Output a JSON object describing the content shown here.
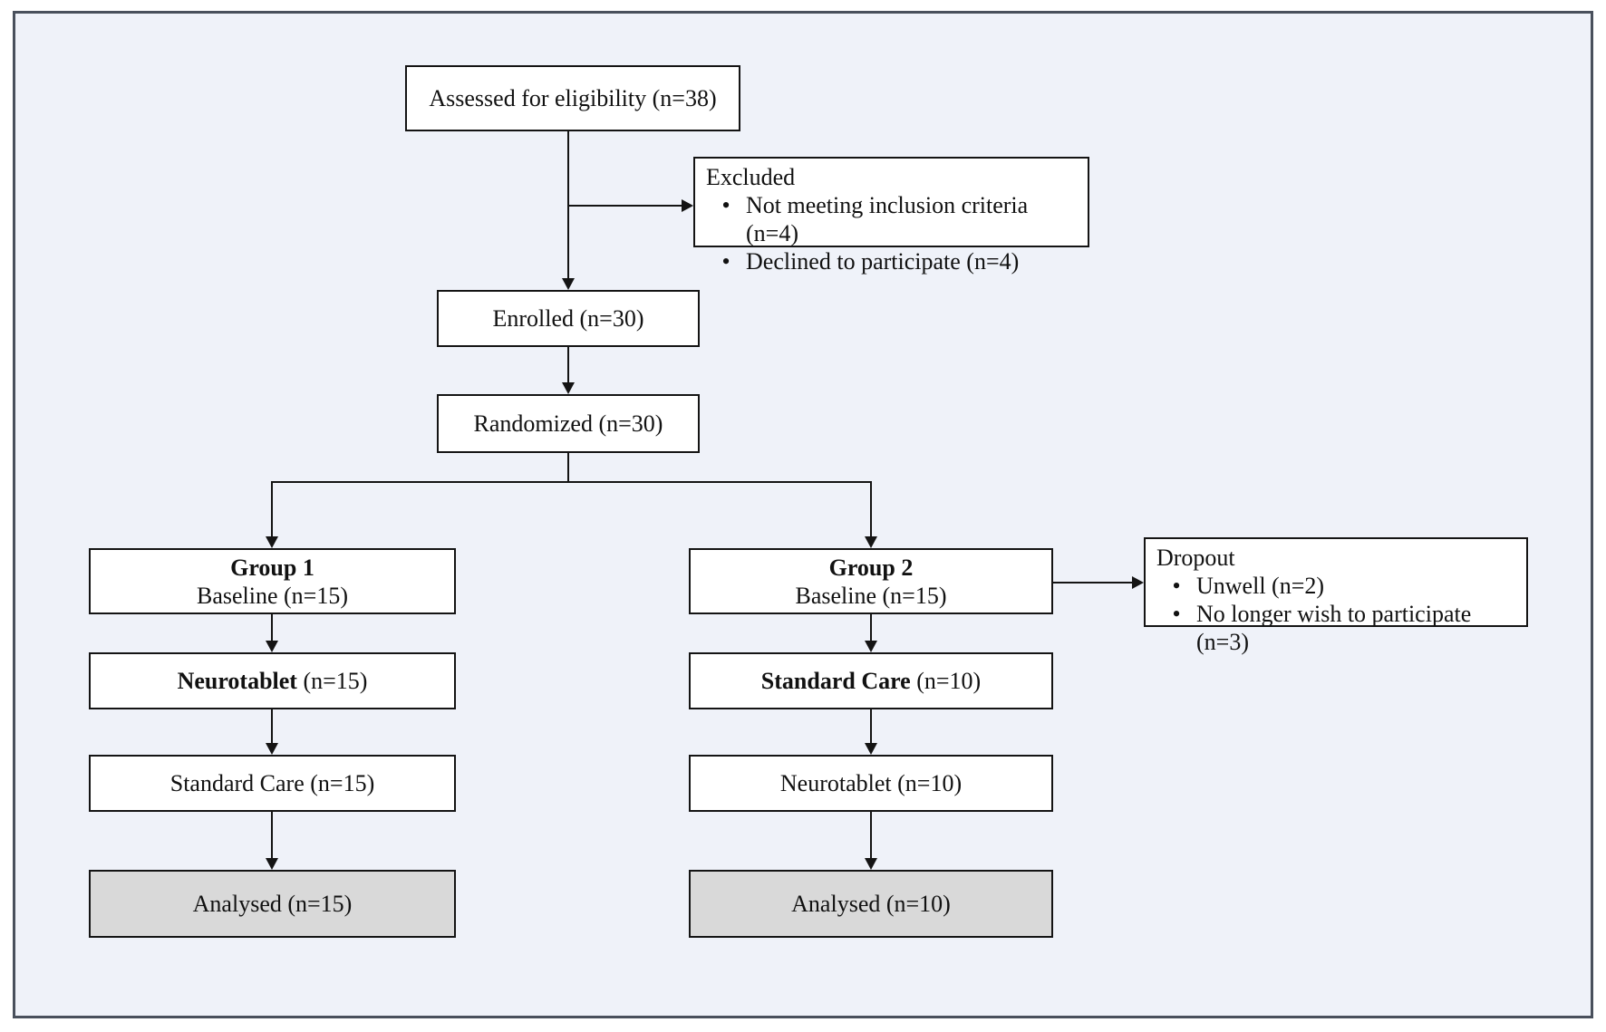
{
  "diagram_type": "consort-flow-diagram",
  "colors": {
    "page_background": "#ffffff",
    "frame_background": "#eff2f9",
    "frame_border": "#49505c",
    "node_border": "#141414",
    "node_fill": "#ffffff",
    "analysed_fill": "#d9d9d9",
    "text": "#111111"
  },
  "nodes": {
    "assessed": {
      "label": "Assessed for eligibility (n=38)"
    },
    "excluded": {
      "title": "Excluded",
      "bullet": "•",
      "items": [
        "Not meeting inclusion criteria (n=4)",
        "Declined to participate (n=4)"
      ]
    },
    "enrolled": {
      "label": "Enrolled (n=30)"
    },
    "randomized": {
      "label": "Randomized (n=30)"
    },
    "group1": {
      "title": "Group 1",
      "subtitle": "Baseline (n=15)"
    },
    "group2": {
      "title": "Group 2",
      "subtitle": "Baseline (n=15)"
    },
    "dropout": {
      "title": "Dropout",
      "bullet": "•",
      "items": [
        "Unwell (n=2)",
        "No longer wish to participate (n=3)"
      ]
    },
    "group1_intervention": {
      "bold": "Neurotablet",
      "rest": " (n=15)"
    },
    "group2_intervention": {
      "bold": "Standard Care",
      "rest": " (n=10)"
    },
    "group1_crossover": {
      "label": "Standard Care (n=15)"
    },
    "group2_crossover": {
      "label": "Neurotablet (n=10)"
    },
    "group1_analysed": {
      "label": "Analysed (n=15)"
    },
    "group2_analysed": {
      "label": "Analysed (n=10)"
    }
  }
}
